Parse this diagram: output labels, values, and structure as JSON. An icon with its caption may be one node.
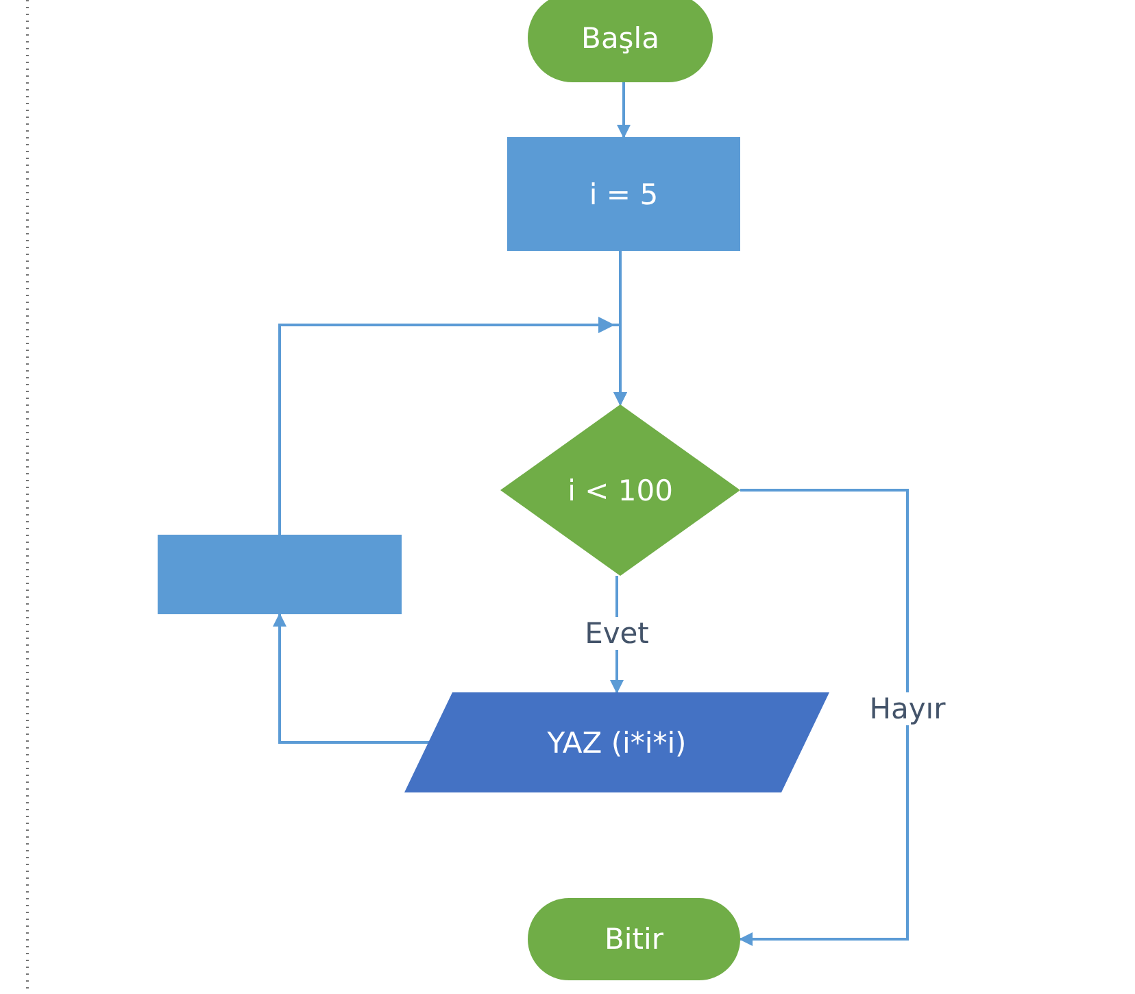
{
  "diagram": {
    "nodes": [
      {
        "text": [
          "Başla"
        ]
      },
      {
        "text": [
          "i = 5"
        ]
      },
      {
        "text": [
          "i < 100"
        ]
      },
      {
        "text": [
          "YAZ (i*i*i)"
        ]
      },
      {
        "text": [],
        "shape": "box"
      },
      {
        "text": [
          "Bitir"
        ]
      }
    ],
    "edges": [
      {
        "from": 0,
        "to": 1,
        "arrow": "to"
      },
      {
        "from": 1,
        "to": 2,
        "arrow": "to"
      },
      {
        "from": 2,
        "to": 3,
        "arrow": "to",
        "label": "Evet"
      },
      {
        "from": 3,
        "to": 4,
        "arrow": "to"
      },
      {
        "from": 4,
        "to": 2,
        "arrow": "to"
      },
      {
        "from": 2,
        "to": 5,
        "arrow": "to",
        "label": "Hayır"
      }
    ]
  }
}
